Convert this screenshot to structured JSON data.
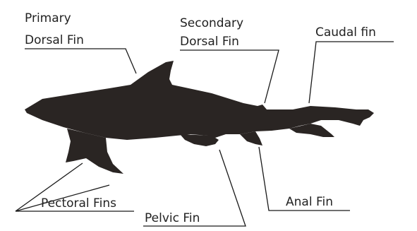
{
  "labels": {
    "primary_dorsal_line1": "Primary",
    "primary_dorsal_line2": "Dorsal Fin",
    "secondary_dorsal_line1": "Secondary",
    "secondary_dorsal_line2": "Dorsal Fin",
    "caudal": "Caudal fin",
    "pectoral": "Pectoral Fins",
    "pelvic": "Pelvic Fin",
    "anal": "Anal Fin"
  },
  "colors": {
    "silhouette": "#2a2523",
    "text": "#222222",
    "leader": "#1a1a1a"
  }
}
